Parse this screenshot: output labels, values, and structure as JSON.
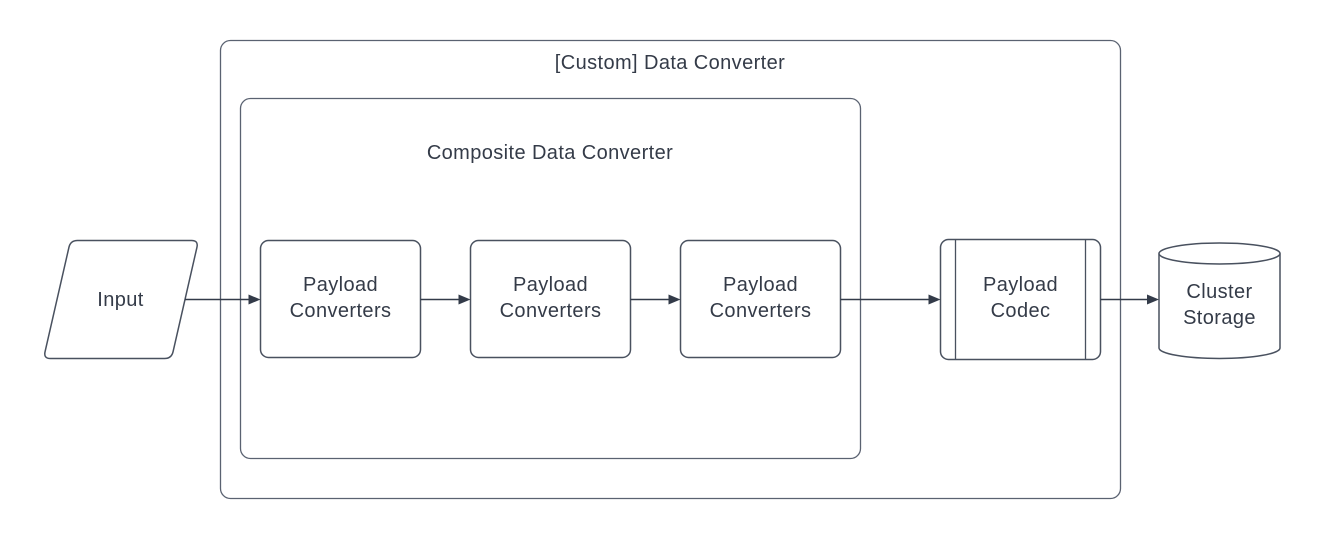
{
  "diagram": {
    "colors": {
      "background": "#ffffff",
      "container_stroke": "#5a6271",
      "shape_stroke": "#49515f",
      "arrow": "#333b49",
      "text": "#343b48"
    },
    "containers": {
      "custom": {
        "title": "[Custom] Data Converter"
      },
      "composite": {
        "title": "Composite Data Converter"
      }
    },
    "nodes": {
      "input": {
        "label": "Input",
        "shape": "parallelogram"
      },
      "payload_converter_1": {
        "label": "Payload Converters",
        "shape": "process"
      },
      "payload_converter_2": {
        "label": "Payload Converters",
        "shape": "process"
      },
      "payload_converter_3": {
        "label": "Payload Converters",
        "shape": "process"
      },
      "payload_codec": {
        "label": "Payload Codec",
        "shape": "predefined-process"
      },
      "cluster_storage": {
        "label": "Cluster Storage",
        "shape": "cylinder"
      }
    },
    "edges": [
      {
        "from": "input",
        "to": "payload_converter_1"
      },
      {
        "from": "payload_converter_1",
        "to": "payload_converter_2"
      },
      {
        "from": "payload_converter_2",
        "to": "payload_converter_3"
      },
      {
        "from": "payload_converter_3",
        "to": "payload_codec"
      },
      {
        "from": "payload_codec",
        "to": "cluster_storage"
      }
    ]
  }
}
